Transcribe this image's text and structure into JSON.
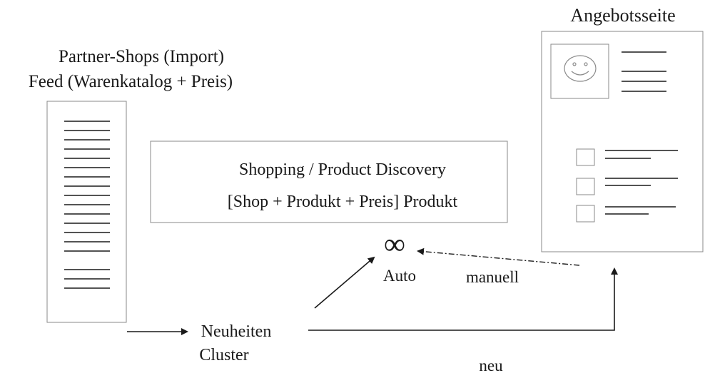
{
  "feed": {
    "title_line1": "Partner-Shops (Import)",
    "title_line2": "Feed (Warenkatalog + Preis)"
  },
  "center": {
    "line1": "Shopping / Product Discovery",
    "line2": "[Shop + Produkt + Preis] Produkt"
  },
  "offer_page": {
    "title": "Angebotsseite"
  },
  "labels": {
    "infinity": "∞",
    "auto": "Auto",
    "manual": "manuell",
    "news_line1": "Neuheiten",
    "news_line2": "Cluster",
    "new": "neu"
  }
}
